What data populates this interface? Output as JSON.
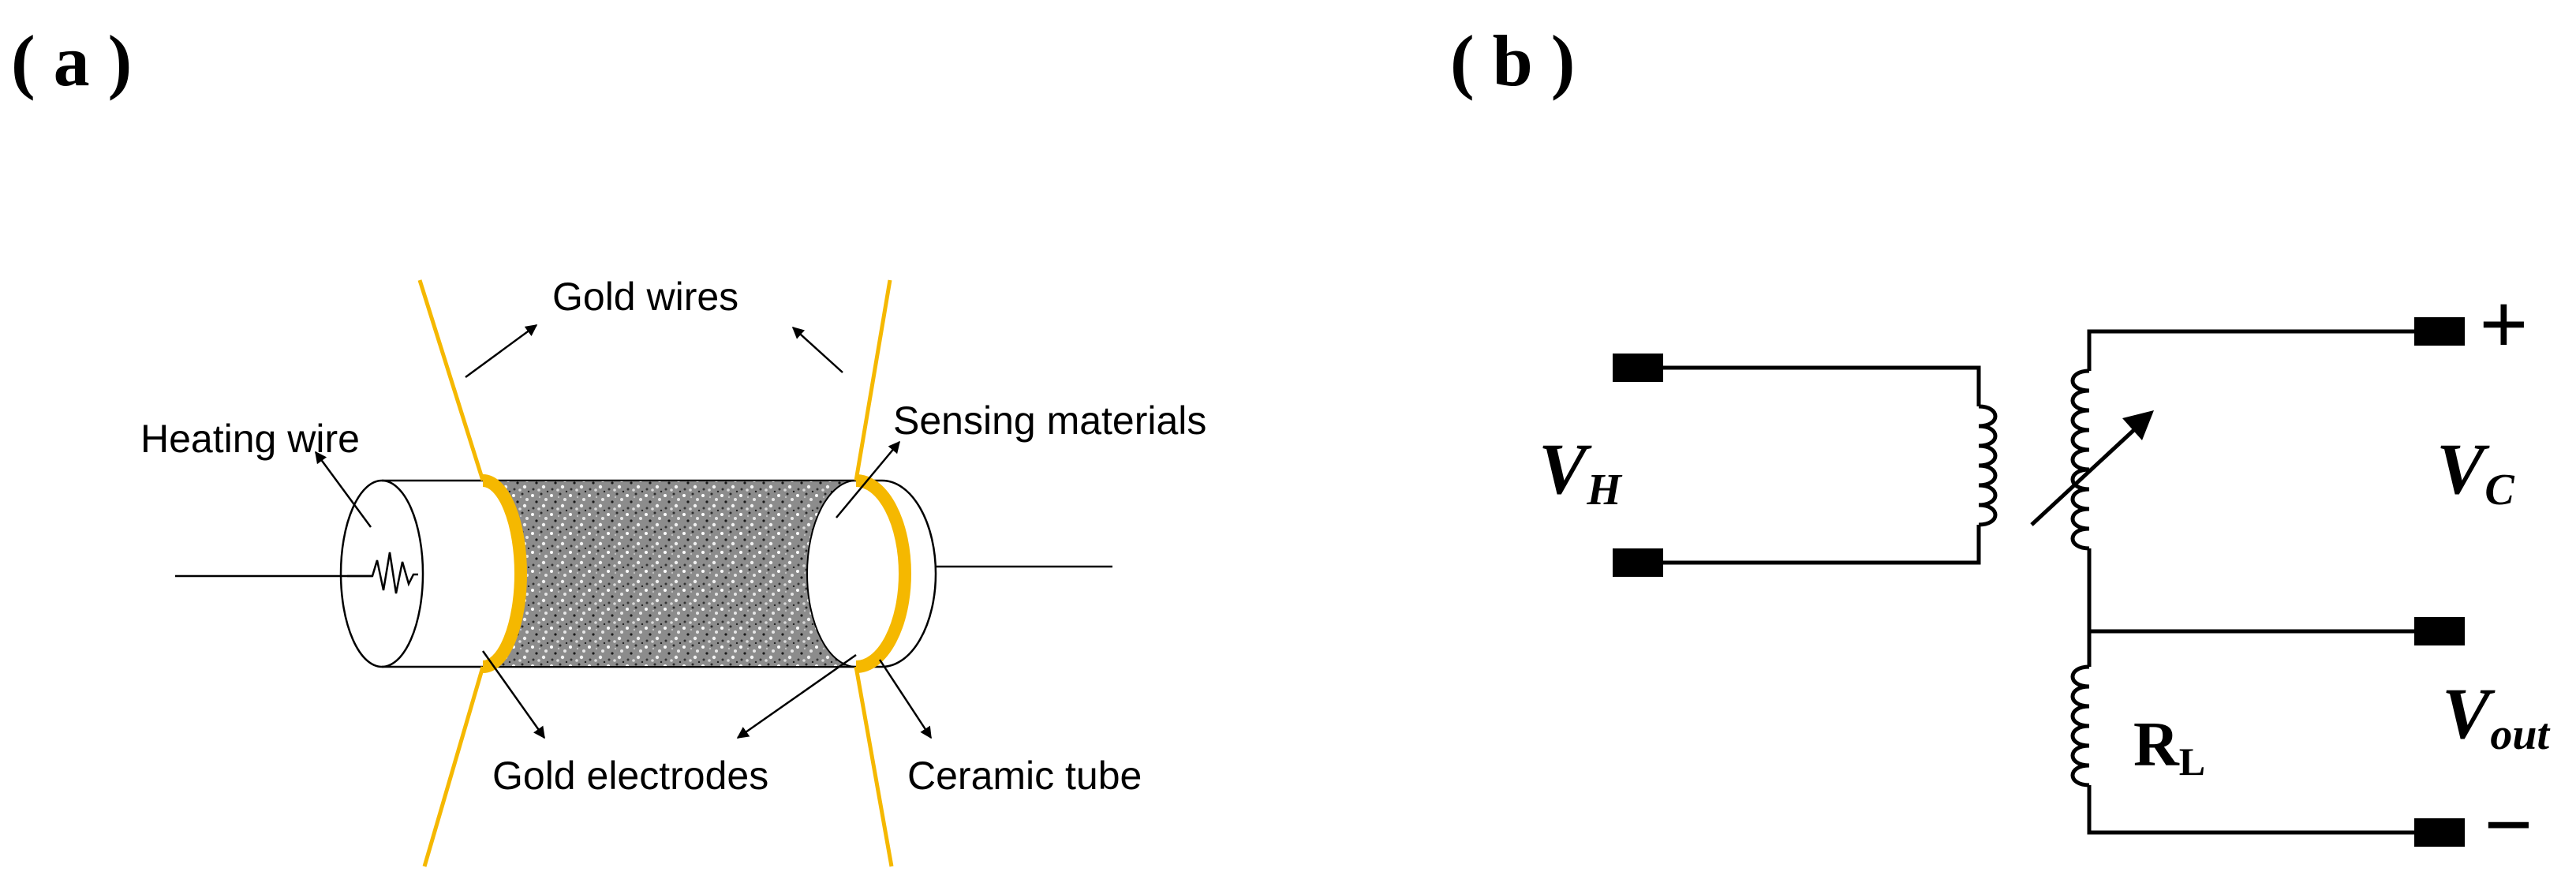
{
  "panel_a": {
    "label": "( a )",
    "callouts": {
      "gold_wires": "Gold wires",
      "heating_wire": "Heating wire",
      "sensing_materials": "Sensing materials",
      "gold_electrodes": "Gold electrodes",
      "ceramic_tube": "Ceramic tube"
    }
  },
  "panel_b": {
    "label": "( b )",
    "vh_main": "V",
    "vh_sub": "H",
    "vc_main": "V",
    "vc_sub": "C",
    "vout_main": "V",
    "vout_sub": "out",
    "rl_main": "R",
    "rl_sub": "L",
    "plus": "+",
    "minus": "−"
  },
  "colors": {
    "gold": "#f5b800",
    "ink": "#000000"
  }
}
